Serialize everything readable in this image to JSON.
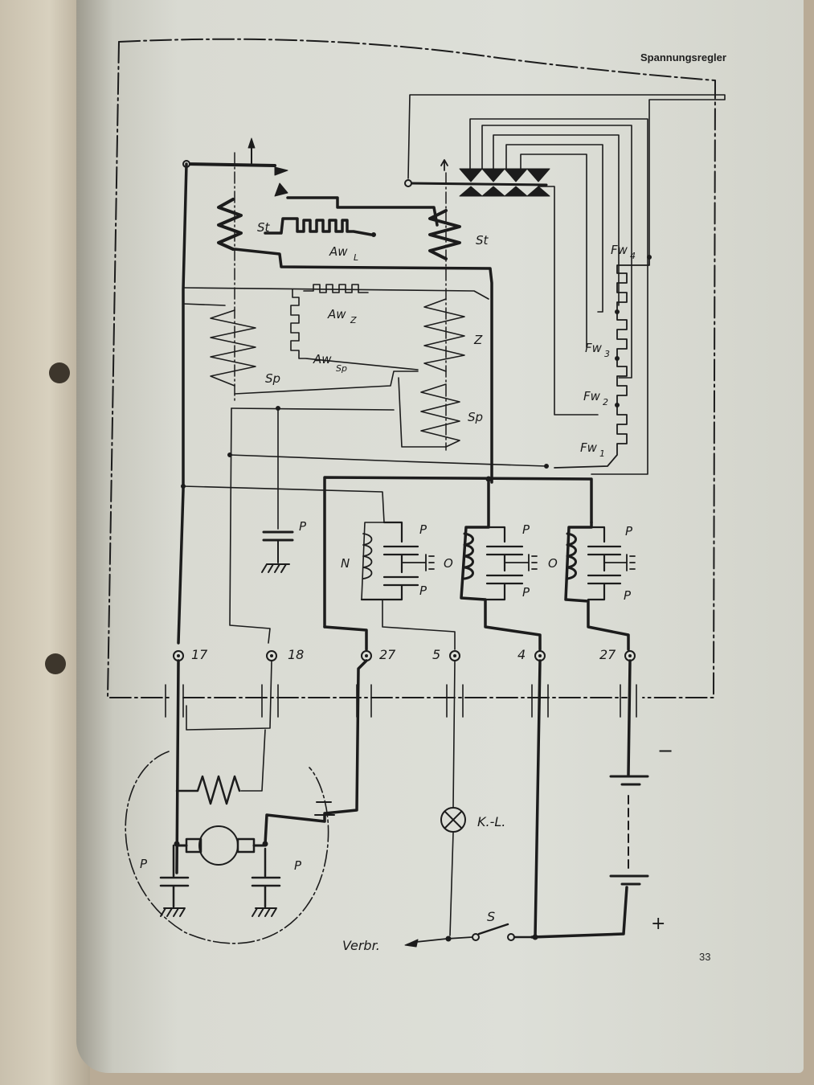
{
  "page": {
    "header": "Spannungsregler",
    "page_number": "33"
  },
  "labels": {
    "st_left": "St",
    "st_right": "St",
    "aw_l": "Aw",
    "aw_l_sub": "L",
    "aw_z": "Aw",
    "aw_z_sub": "Z",
    "aw_sp": "Aw",
    "aw_sp_sub": "Sp",
    "sp_left": "Sp",
    "sp_right": "Sp",
    "z": "Z",
    "fw4": "Fw",
    "fw4_sub": "4",
    "fw3": "Fw",
    "fw3_sub": "3",
    "fw2": "Fw",
    "fw2_sub": "2",
    "fw1": "Fw",
    "fw1_sub": "1",
    "p_cap_mid": "P",
    "n_coil": "N",
    "o_coil_1": "O",
    "o_coil_2": "O",
    "p_1a": "P",
    "p_1b": "P",
    "p_2a": "P",
    "p_2b": "P",
    "p_3a": "P",
    "p_3b": "P",
    "p_gen_left": "P",
    "p_gen_right": "P",
    "kl": "K.-L.",
    "s": "S",
    "verbr": "Verbr.",
    "minus": "−",
    "plus": "+"
  },
  "terminals": [
    "17",
    "18",
    "27",
    "5",
    "4",
    "27"
  ]
}
